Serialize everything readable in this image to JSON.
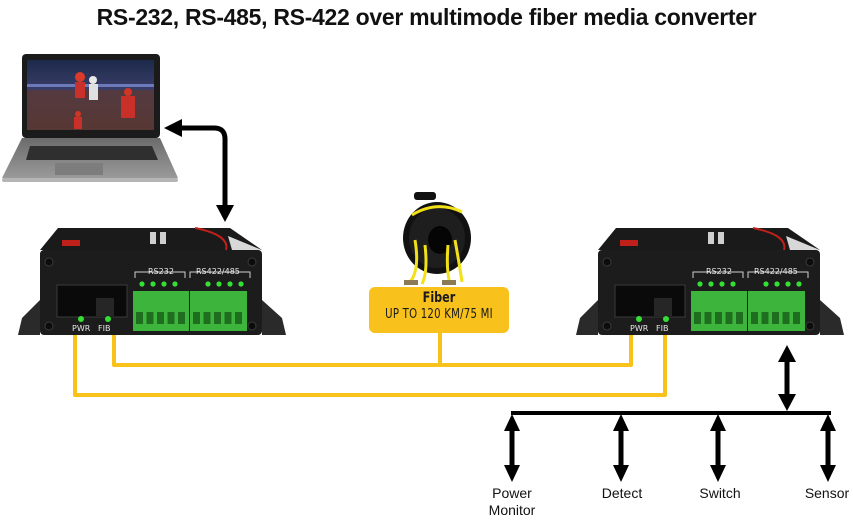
{
  "title": "RS-232, RS-485, RS-422 over multimode fiber media converter",
  "fiber_label": {
    "title": "Fiber",
    "subtitle": "UP TO 120 KM/75 MI"
  },
  "devices": [
    {
      "name": "left-media-converter",
      "port_groups": [
        "RS232",
        "RS422/485"
      ],
      "led_labels": [
        "PWR",
        "FIB"
      ]
    },
    {
      "name": "right-media-converter",
      "port_groups": [
        "RS232",
        "RS422/485"
      ],
      "led_labels": [
        "PWR",
        "FIB"
      ]
    }
  ],
  "bus_endpoints": [
    "Power Monitor",
    "Detect",
    "Switch",
    "Sensor"
  ],
  "colors": {
    "fiber": "#f8c11c",
    "device_body": "#1c1c1c",
    "terminal_green": "#3db53d",
    "led_green": "#35e035",
    "accent_red": "#c0201a"
  }
}
